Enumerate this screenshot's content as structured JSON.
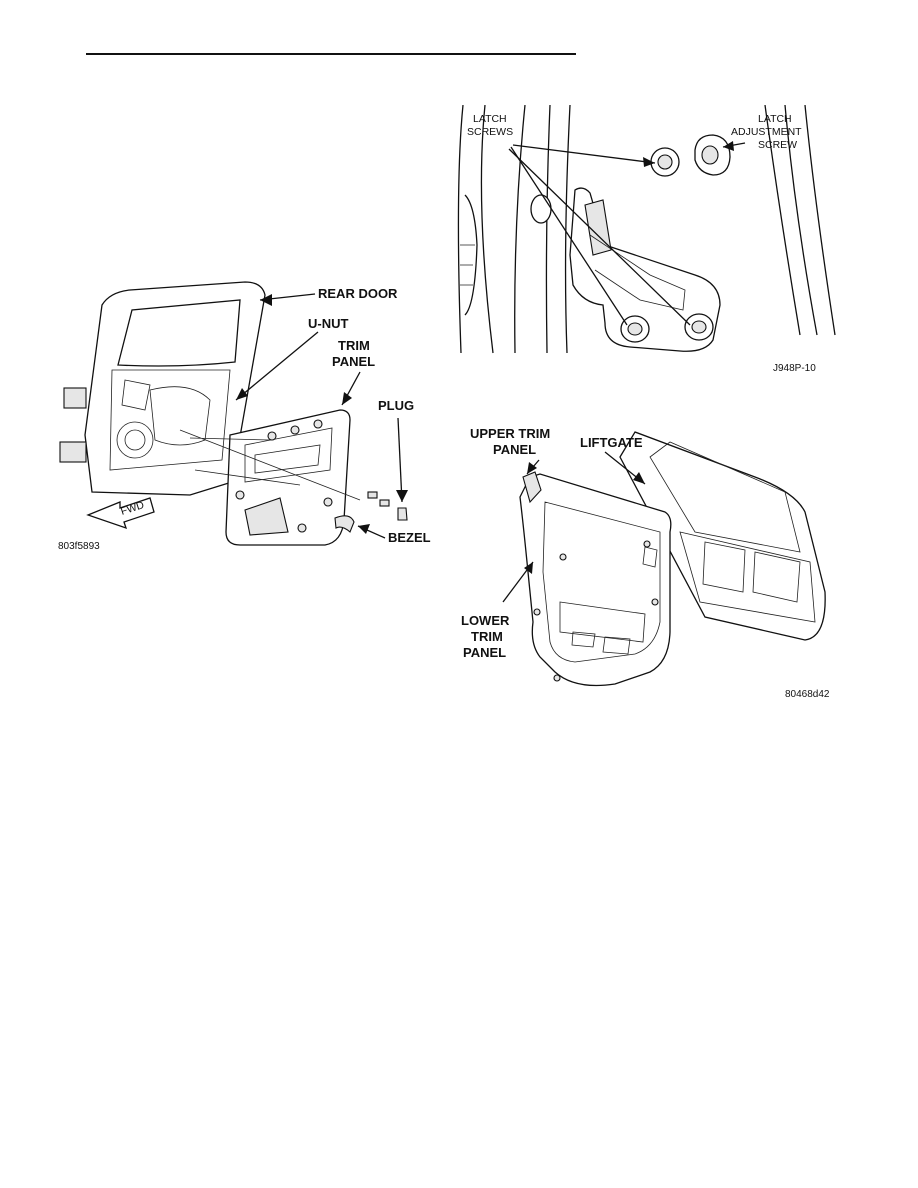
{
  "figures": {
    "rear_door": {
      "labels": {
        "rear_door": "REAR DOOR",
        "u_nut": "U-NUT",
        "trim_panel_line1": "TRIM",
        "trim_panel_line2": "PANEL",
        "plug": "PLUG",
        "bezel": "BEZEL",
        "fwd": "FWD"
      },
      "code": "803f5893"
    },
    "latch": {
      "labels": {
        "latch_screws_line1": "LATCH",
        "latch_screws_line2": "SCREWS",
        "latch_adjust_line1": "LATCH",
        "latch_adjust_line2": "ADJUSTMENT",
        "latch_adjust_line3": "SCREW"
      },
      "code": "J948P-10"
    },
    "liftgate": {
      "labels": {
        "upper_trim_line1": "UPPER TRIM",
        "upper_trim_line2": "PANEL",
        "liftgate": "LIFTGATE",
        "lower_trim_line1": "LOWER",
        "lower_trim_line2": "TRIM",
        "lower_trim_line3": "PANEL"
      },
      "code": "80468d42"
    }
  }
}
